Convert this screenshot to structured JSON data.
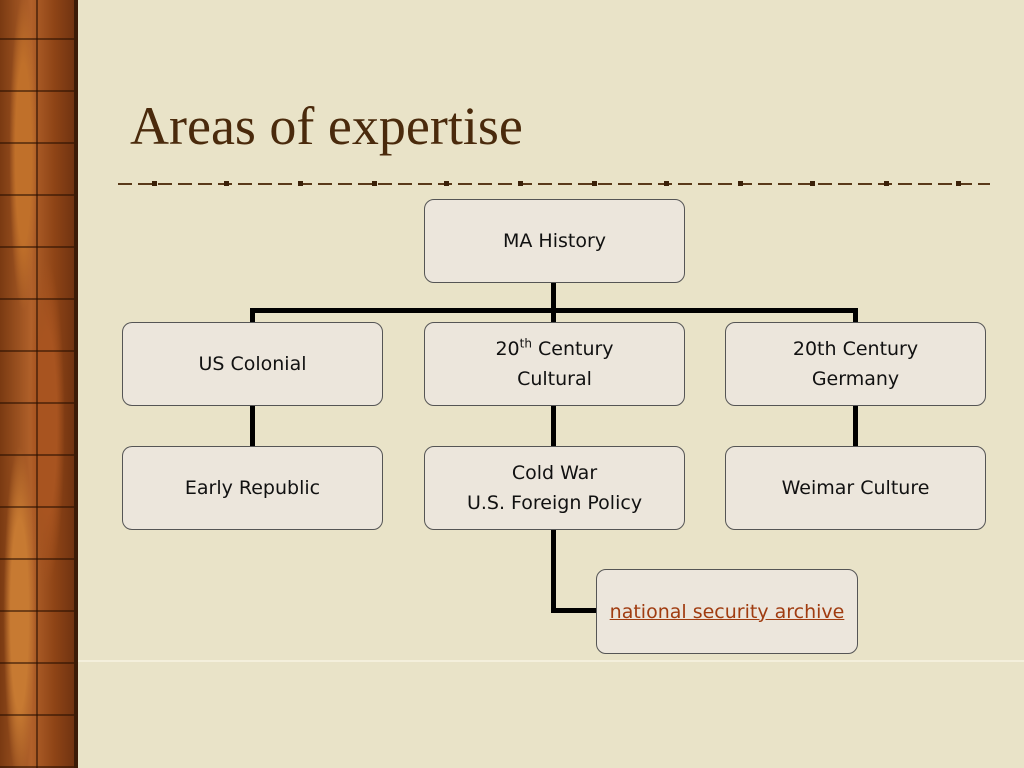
{
  "slide": {
    "title": "Areas of expertise"
  },
  "nodes": {
    "root": "MA History",
    "us_colonial": "US Colonial",
    "c20_cultural_num": "20",
    "c20_cultural_sup": "th",
    "c20_cultural_line1_rest": " Century",
    "c20_cultural_line2": "Cultural",
    "c20_germany_line1": "20th Century",
    "c20_germany_line2": "Germany",
    "early_republic": "Early Republic",
    "cold_war_line1": "Cold War",
    "cold_war_line2": "U.S. Foreign Policy",
    "weimar": "Weimar Culture",
    "nsa_link": "national security archive"
  },
  "colors": {
    "title": "#4a2a0c",
    "background": "#e9e3c8",
    "box_fill": "#ece6dc",
    "connector": "#000000",
    "link": "#a03c10"
  }
}
